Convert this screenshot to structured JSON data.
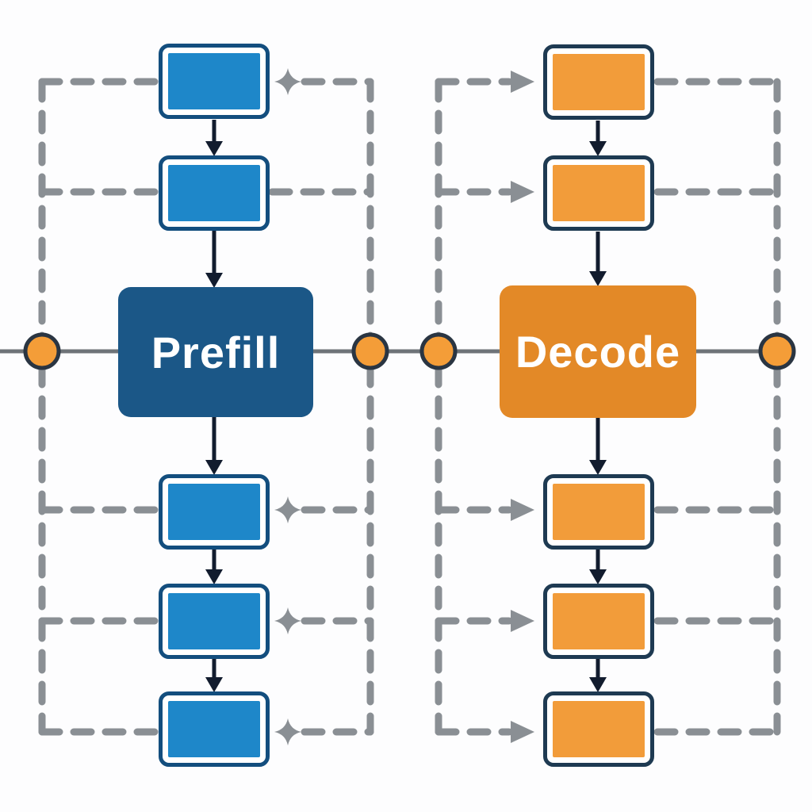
{
  "diagram": {
    "type": "flow",
    "left_column": {
      "id": "prefill",
      "label": "Prefill",
      "small_box_count": 5
    },
    "right_column": {
      "id": "decode",
      "label": "Decode",
      "small_box_count": 5
    },
    "colors": {
      "background": "#FDFDFE",
      "dash_gray": "#8A8F94",
      "line_gray": "#6E7378",
      "arrow_navy": "#121C2E",
      "node_fill": "#F49D38",
      "node_stroke": "#2A3542",
      "blue_box": "#1E87C9",
      "blue_border": "#134E7E",
      "blue_main": "#1B5787",
      "orange_box": "#F29C3A",
      "orange_border": "#1E3A52",
      "orange_main": "#E38927",
      "label_text": "#FFFFFF"
    }
  }
}
